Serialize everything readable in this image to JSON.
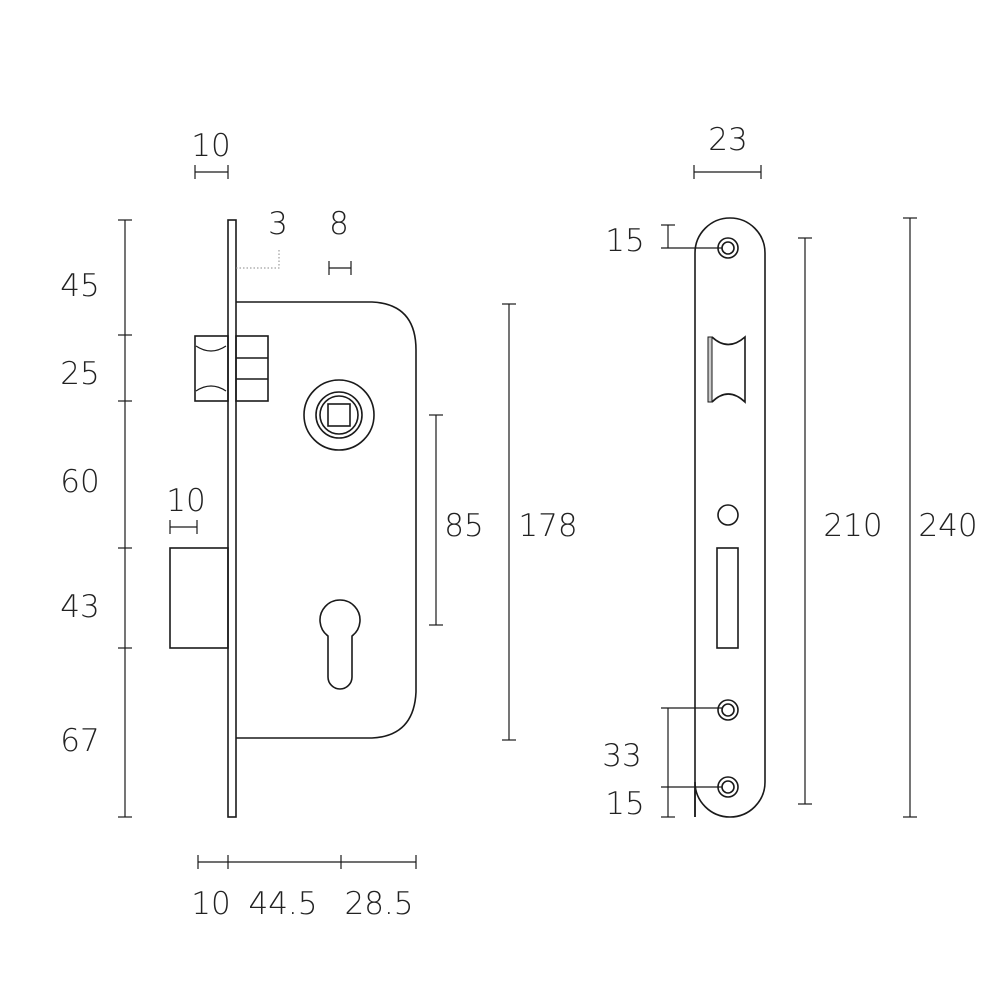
{
  "side_view": {
    "height_segments": [
      "45",
      "25",
      "60",
      "43",
      "67"
    ],
    "faceplate_thickness": "10",
    "latch_projection": "3",
    "hub_offset": "8",
    "bolt_projection": "10",
    "spindle_to_cylinder": "85",
    "case_height": "178",
    "bottom_widths": [
      "10",
      "44.5",
      "28.5"
    ]
  },
  "front_view": {
    "plate_width": "23",
    "top_screw_offset": "15",
    "screw_spacing": "33",
    "bottom_screw_offset": "15",
    "screw_span": "210",
    "plate_height": "240"
  }
}
